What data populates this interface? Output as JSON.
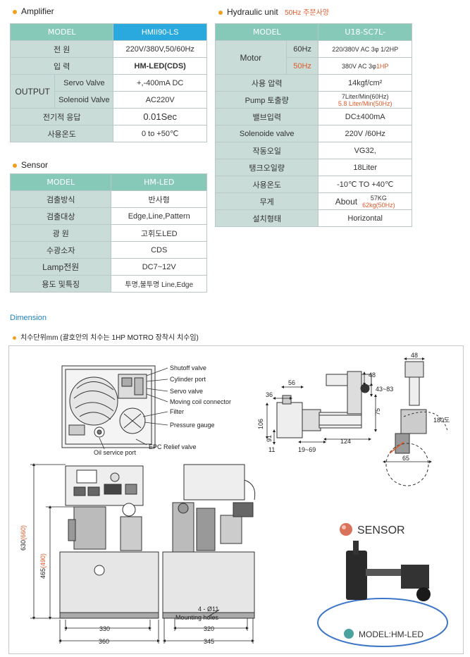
{
  "amplifier": {
    "title": "Amplifier",
    "header": [
      "MODEL",
      "HMII90-LS"
    ],
    "rows": [
      {
        "label": "전   원",
        "value": "220V/380V,50/60Hz"
      },
      {
        "label": "입   력",
        "value": "HM-LED(CDS)"
      },
      {
        "group": "OUTPUT",
        "label": "Servo Valve",
        "value": "+,-400mA DC"
      },
      {
        "label": "Solenoid Valve",
        "value": "AC220V"
      },
      {
        "label": "전기적 응답",
        "value": "0.01Sec"
      },
      {
        "label": "사용온도",
        "value": "0 to +50℃"
      }
    ]
  },
  "sensor": {
    "title": "Sensor",
    "header": [
      "MODEL",
      "HM-LED"
    ],
    "rows": [
      {
        "label": "검출방식",
        "value": "반사형"
      },
      {
        "label": "검출대상",
        "value": "Edge,Line,Pattern"
      },
      {
        "label": "광  원",
        "value": "고휘도LED"
      },
      {
        "label": "수광소자",
        "value": "CDS"
      },
      {
        "label": "Lamp전원",
        "value": "DC7~12V"
      },
      {
        "label": "용도 및특징",
        "value": "투명,불투명 Line,Edge"
      }
    ]
  },
  "hydraulic": {
    "title": "Hydraulic unit",
    "note": "50Hz 주문사양",
    "header": [
      "MODEL",
      "U18-SC7L-"
    ],
    "motor_label": "Motor",
    "motor_rows": [
      {
        "hz": "60Hz",
        "value": "220/380V AC 3φ 1/2HP"
      },
      {
        "hz": "50Hz",
        "value": "380V AC 3φ",
        "value_red": "1HP"
      }
    ],
    "rows": [
      {
        "label": "사용 압력",
        "value": "14kgf/cm²"
      },
      {
        "label": "Pump 토출량",
        "value": "7Liter/Min(60Hz)",
        "value_red": "5.8 Liter/Min(50Hz)"
      },
      {
        "label": "밸브입력",
        "value": "DC±400mA"
      },
      {
        "label": "Solenoide valve",
        "value": "220V /60Hz"
      },
      {
        "label": "작동오일",
        "value": "VG32,"
      },
      {
        "label": "탱크오일량",
        "value": "18Liter"
      },
      {
        "label": "사용온도",
        "value": "-10℃ TO +40℃"
      },
      {
        "label": "무게",
        "value_prefix": "About",
        "value": "57KG",
        "value_red": "62kg(50Hz)"
      },
      {
        "label": "설치형태",
        "value": "Horizontal"
      }
    ]
  },
  "dimension": {
    "title": "Dimension",
    "note": "치수단위mm (괄호안의 치수는 1HP MOTRO 장착시 치수임)",
    "labels": {
      "shutoff": "Shutoff valve",
      "cylinder": "Cylinder port",
      "servo": "Servo valve",
      "moving": "Moving coil connector",
      "filter": "Filter",
      "pressure": "Pressure gauge",
      "epc": "EPC Relief valve",
      "oil": "Oil service port",
      "holes1": "4 - Ø11",
      "holes2": "Mounting holes",
      "sensor": "SENSOR",
      "model": "MODEL:HM-LED"
    },
    "dims": {
      "d630": "630",
      "d660": "(660)",
      "d465": "465",
      "d490": "(490)",
      "d330": "330",
      "d360": "360",
      "d320": "320",
      "d345": "345",
      "d56": "56",
      "d36": "36",
      "d106": "106",
      "d91": "91",
      "d11": "11",
      "d19": "19~69",
      "d124": "124",
      "d48a": "48",
      "d48b": "48",
      "d43": "43~83",
      "d75": "75",
      "d180": "180도",
      "d65": "65"
    }
  }
}
